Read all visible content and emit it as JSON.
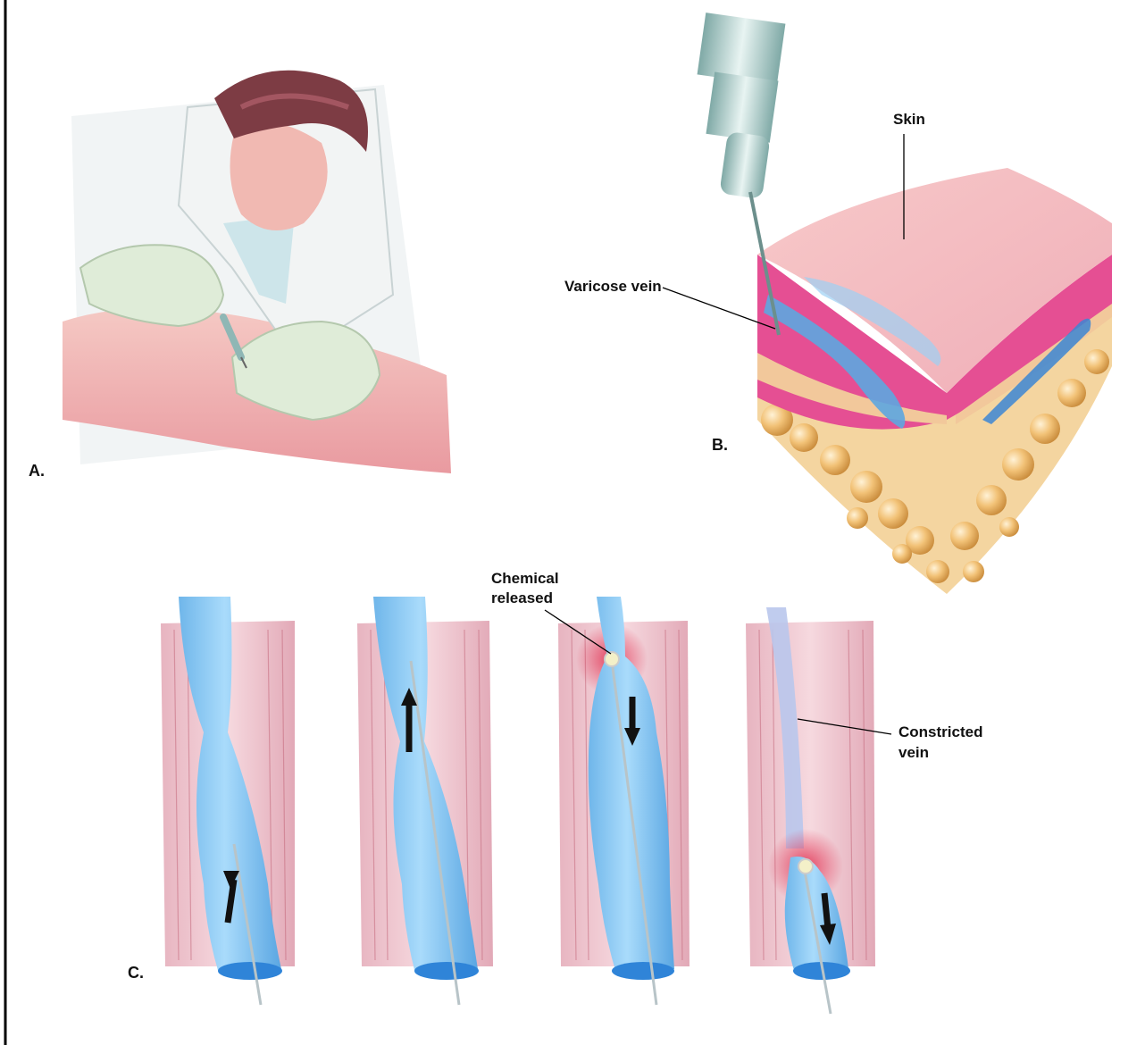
{
  "panels": {
    "a": {
      "letter": "A."
    },
    "b": {
      "letter": "B."
    },
    "c": {
      "letter": "C."
    }
  },
  "labels": {
    "skin": "Skin",
    "varicose_vein": "Varicose vein",
    "chemical_line1": "Chemical",
    "chemical_line2": "released",
    "constricted_line1": "Constricted",
    "constricted_line2": "vein"
  },
  "colors": {
    "vein_blue": "#8ec9f2",
    "vein_dark": "#2f84d8",
    "muscle_red": "#c56a7d",
    "skin_pink": "#f3b7bd",
    "dermis_magenta": "#e54f93",
    "fat_gold": "#f2c277",
    "glove_green": "#dfecd8",
    "hair_brown": "#7d3c44"
  }
}
